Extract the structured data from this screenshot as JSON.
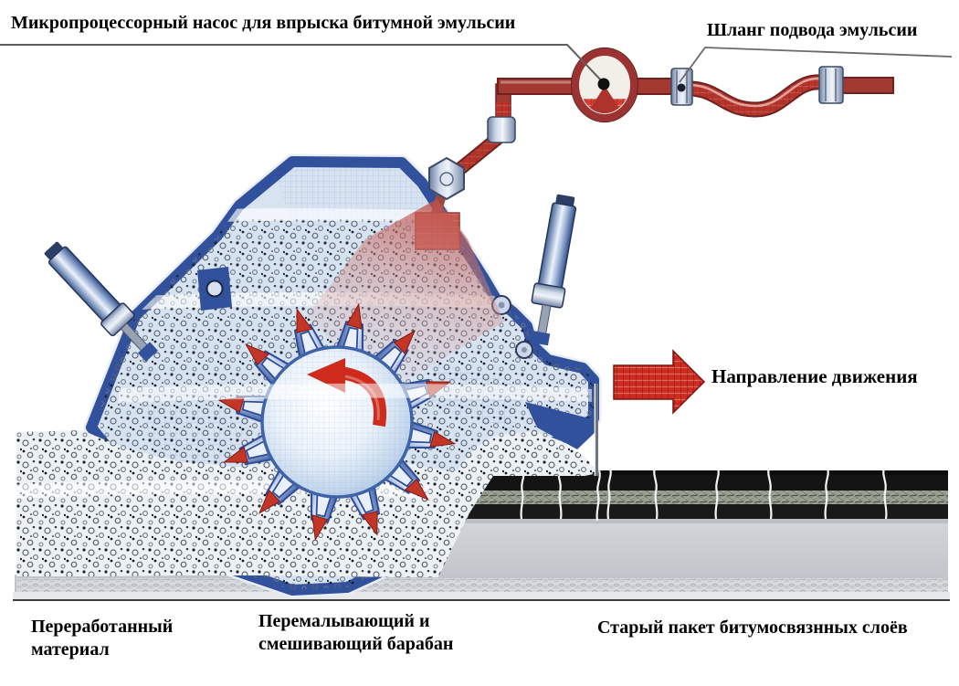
{
  "diagram": {
    "labels": {
      "pump": "Микропроцессорный насос для впрыска битумной эмульсии",
      "hose": "Шланг подвода эмульсии",
      "direction": "Направление движения",
      "recycled_material": "Переработанный материал",
      "mixing_drum": "Перемалывающий и смешивающий барабан",
      "old_layers": "Старый пакет битумосвязнных слоёв"
    },
    "colors": {
      "pipe_red": "#a03830",
      "arrow_red": "#cd2b1f",
      "machine_blue": "#31519c",
      "machine_fill": "#d8e3f2",
      "drum_tooth_tip_red": "#c23527",
      "asphalt_black": "#161616",
      "mesh_gray_green": "#969c8e",
      "base_gray": "#c9ccd2",
      "text": "#000000",
      "background": "#ffffff"
    }
  }
}
